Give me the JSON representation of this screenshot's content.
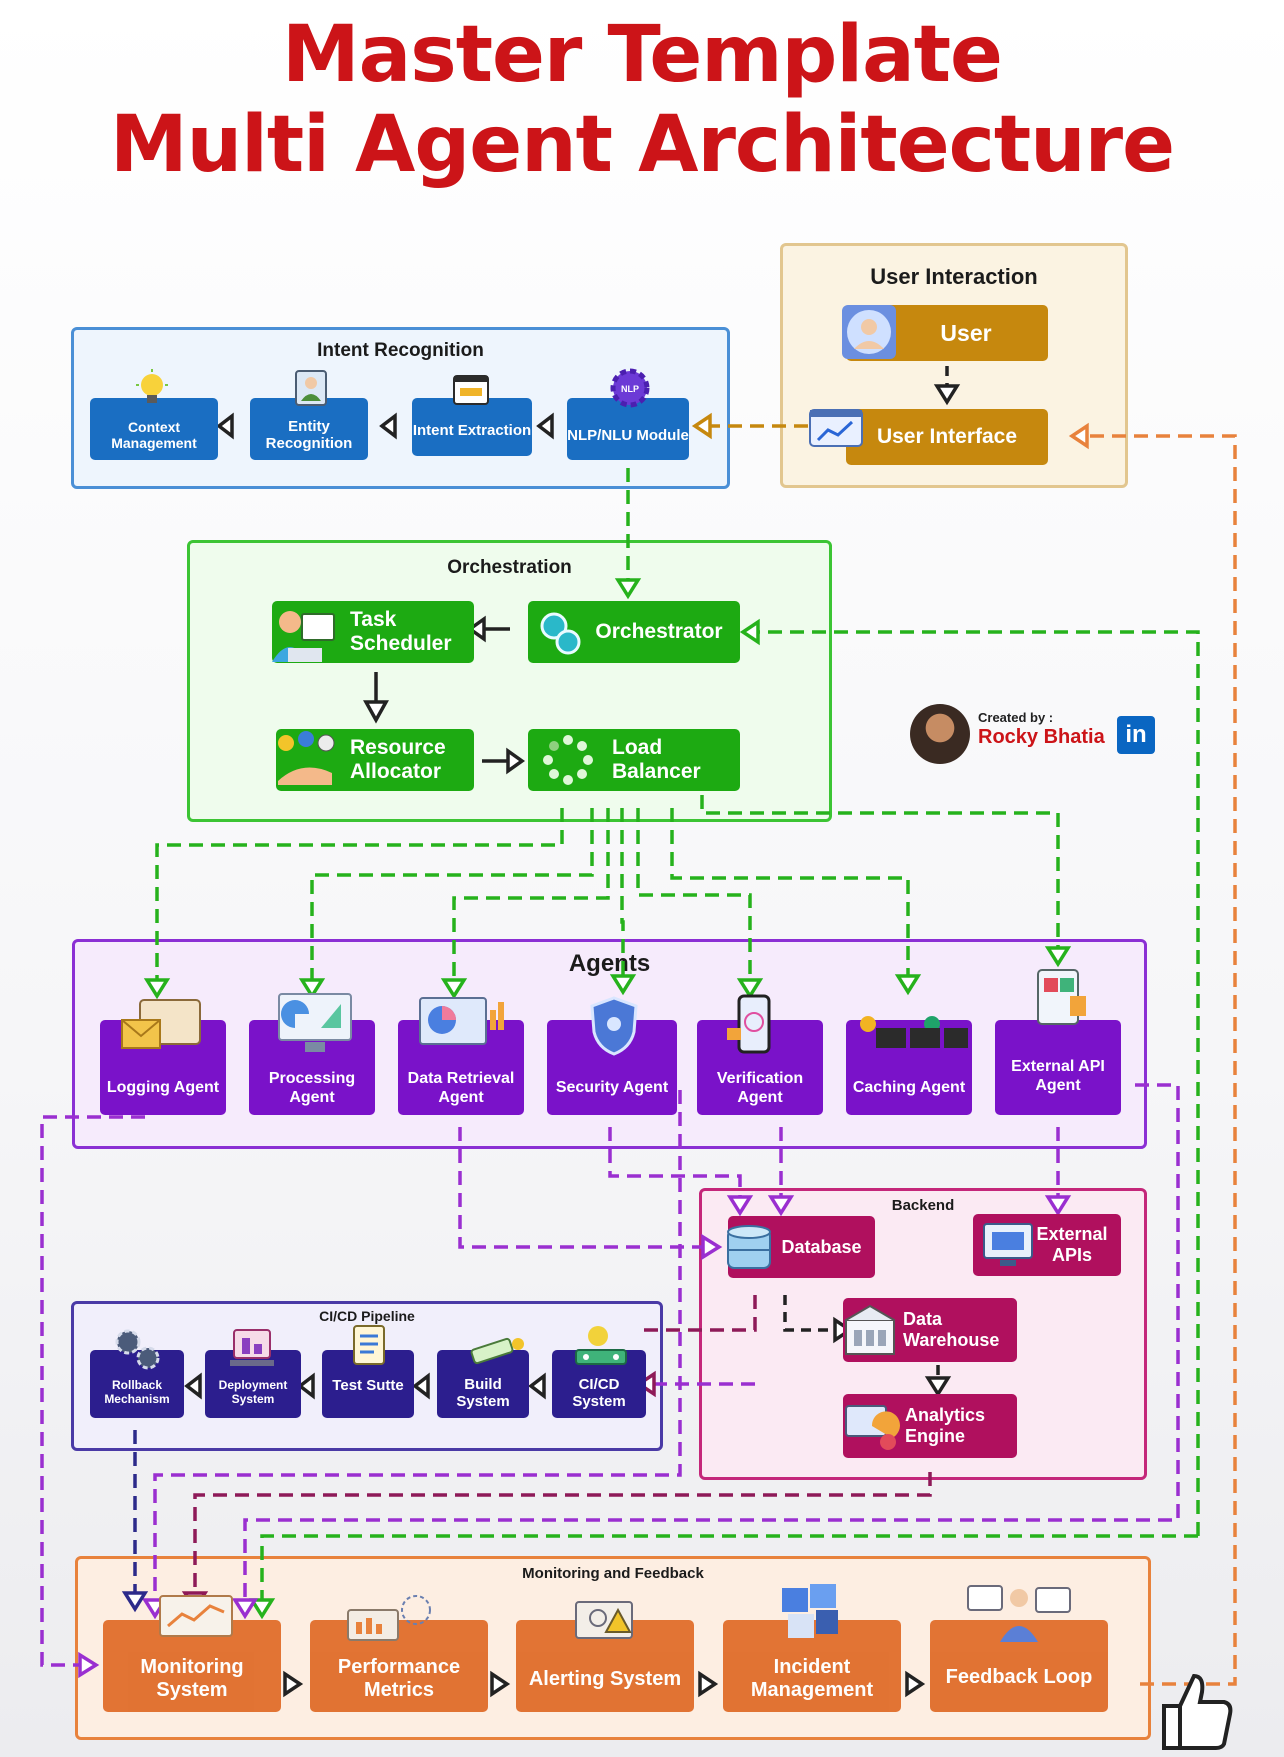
{
  "title": {
    "line1": "Master Template",
    "line2": "Multi Agent Architecture"
  },
  "colors": {
    "title": "#cc1418",
    "intent": "#1a6ec2",
    "orchestration": "#22b214",
    "agents": "#7d1fc4",
    "backend": "#b0105e",
    "cicd": "#3a1f94",
    "monitoring": "#e06d2a",
    "user": "#c6880e"
  },
  "icons": [
    "user-avatar-icon",
    "lightbulb-icon",
    "person-id-icon",
    "browser-icon",
    "gear-nlp-icon",
    "gears-icon",
    "person-laptop-icon",
    "hand-coins-icon",
    "spinner-icon",
    "mail-icon",
    "monitor-chart-icon",
    "shield-icon",
    "phone-fingerprint-icon",
    "people-laptops-icon",
    "tablet-icon",
    "database-icon",
    "api-screen-icon",
    "warehouse-icon",
    "analytics-icon",
    "gears-icon",
    "laptop-deploy-icon",
    "checklist-icon",
    "build-tools-icon",
    "pipeline-icon",
    "dashboard-icon",
    "metrics-icon",
    "alert-icon",
    "puzzle-icon",
    "person-feedback-icon",
    "linkedin-icon",
    "thumbs-up-icon"
  ],
  "user_interaction": {
    "title": "User Interaction",
    "user": "User",
    "ui": "User Interface"
  },
  "intent": {
    "title": "Intent Recognition",
    "context": "Context Management",
    "entity": "Entity Recognition",
    "extraction": "Intent Extraction",
    "nlp": "NLP/NLU Module",
    "nlp_badge": "NLP"
  },
  "orchestration": {
    "title": "Orchestration",
    "task": "Task Scheduler",
    "orchestrator": "Orchestrator",
    "resource": "Resource Allocator",
    "load": "Load Balancer"
  },
  "creator": {
    "label": "Created by :",
    "name": "Rocky Bhatia",
    "badge": "in"
  },
  "agents": {
    "title": "Agents",
    "items": [
      "Logging Agent",
      "Processing Agent",
      "Data Retrieval Agent",
      "Security Agent",
      "Verification Agent",
      "Caching Agent",
      "External API Agent"
    ]
  },
  "backend": {
    "title": "Backend",
    "database": "Database",
    "external": "External APIs",
    "warehouse": "Data Warehouse",
    "analytics": "Analytics Engine"
  },
  "cicd": {
    "title": "CI/CD Pipeline",
    "items": [
      "Rollback Mechanism",
      "Deployment System",
      "Test Sutte",
      "Build System",
      "CI/CD System"
    ]
  },
  "monitoring": {
    "title": "Monitoring and Feedback",
    "items": [
      "Monitoring System",
      "Performance Metrics",
      "Alerting System",
      "Incident Management",
      "Feedback Loop"
    ]
  }
}
